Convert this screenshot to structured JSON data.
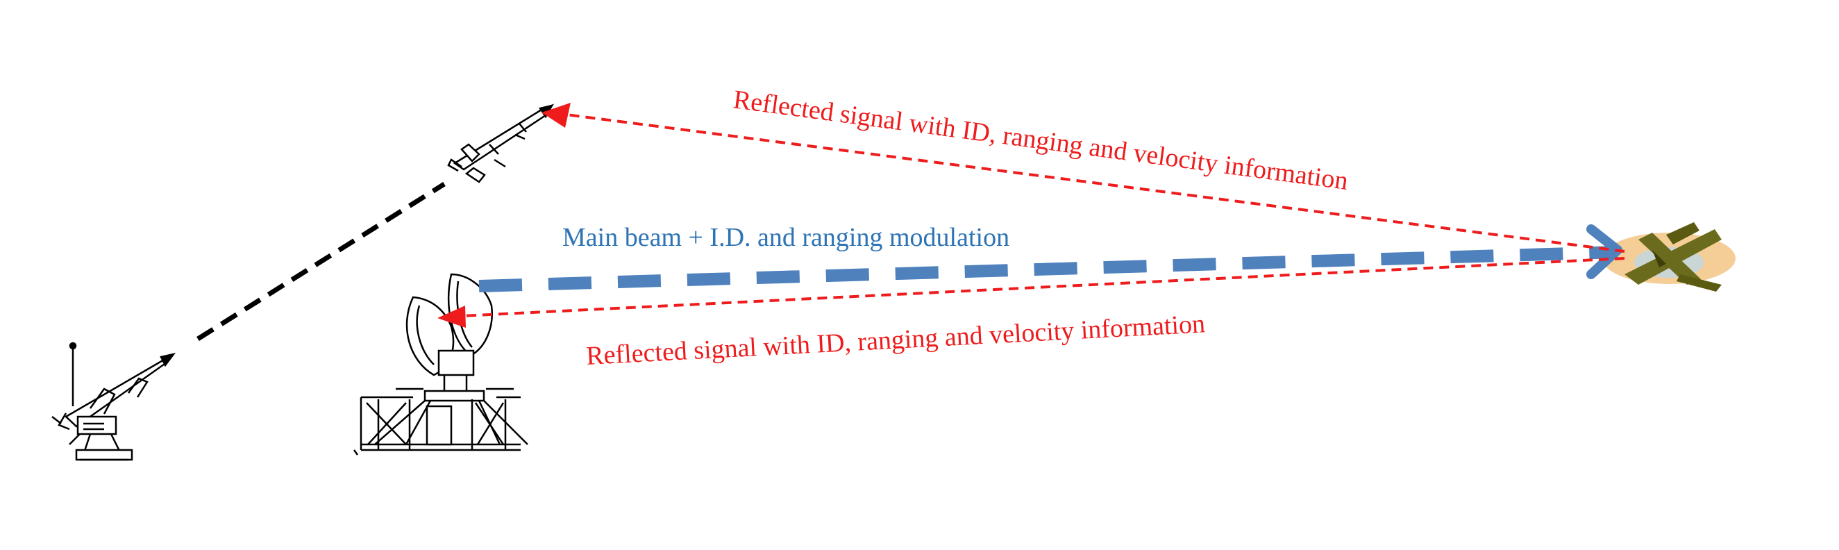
{
  "labels": {
    "reflected_upper": "Reflected signal with ID, ranging and velocity information",
    "main_beam": "Main beam + I.D. and ranging modulation",
    "reflected_lower": "Reflected signal with ID, ranging and velocity information"
  },
  "colors": {
    "reflected": "#ee1c1c",
    "beam": "#4f81bd",
    "beam_text": "#2e74b5",
    "flight_path": "#000000",
    "aircraft": "#6b6b1e",
    "aircraft_halo": "#f3c98b"
  },
  "icons": [
    "missile-launcher-icon",
    "missile-in-flight-icon",
    "radar-station-icon",
    "aircraft-target-icon"
  ]
}
